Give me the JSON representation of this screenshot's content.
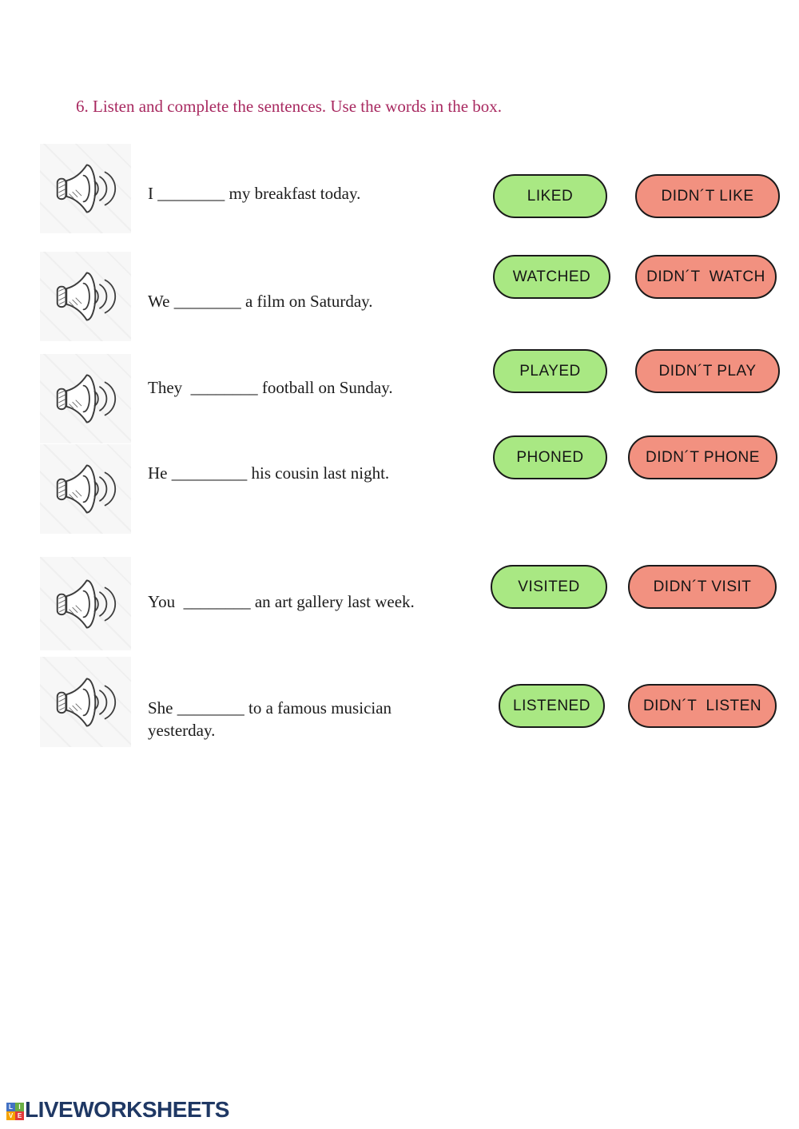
{
  "title": "6. Listen and complete the sentences. Use the words in the box.",
  "colors": {
    "title_accent": "#a82960",
    "positive_pill": "#a9e883",
    "negative_pill": "#f29180",
    "pill_border": "#1a1a1a",
    "brand_navy": "#1f3864"
  },
  "icons": {
    "audio": "speaker-with-sound-waves"
  },
  "rows": [
    {
      "sentence": "I ________ my breakfast today.",
      "sentence2": "",
      "positive": "LIKED",
      "negative": "DIDN´T LIKE"
    },
    {
      "sentence": "We ________ a film on Saturday.",
      "sentence2": "",
      "positive": "WATCHED",
      "negative": "DIDN´T  WATCH"
    },
    {
      "sentence": "They  ________ football on Sunday.",
      "sentence2": "",
      "positive": "PLAYED",
      "negative": "DIDN´T PLAY"
    },
    {
      "sentence": "He _________ his cousin last night.",
      "sentence2": "",
      "positive": "PHONED",
      "negative": "DIDN´T PHONE"
    },
    {
      "sentence": "You  ________ an art gallery last week.",
      "sentence2": "",
      "positive": "VISITED",
      "negative": "DIDN´T VISIT"
    },
    {
      "sentence": "She ________ to a famous musician",
      "sentence2": "yesterday.",
      "positive": "LISTENED",
      "negative": "DIDN´T  LISTEN"
    }
  ],
  "footer": {
    "brand": "LIVEWORKSHEETS",
    "logo_letters": [
      "L",
      "I",
      "V",
      "E"
    ]
  }
}
